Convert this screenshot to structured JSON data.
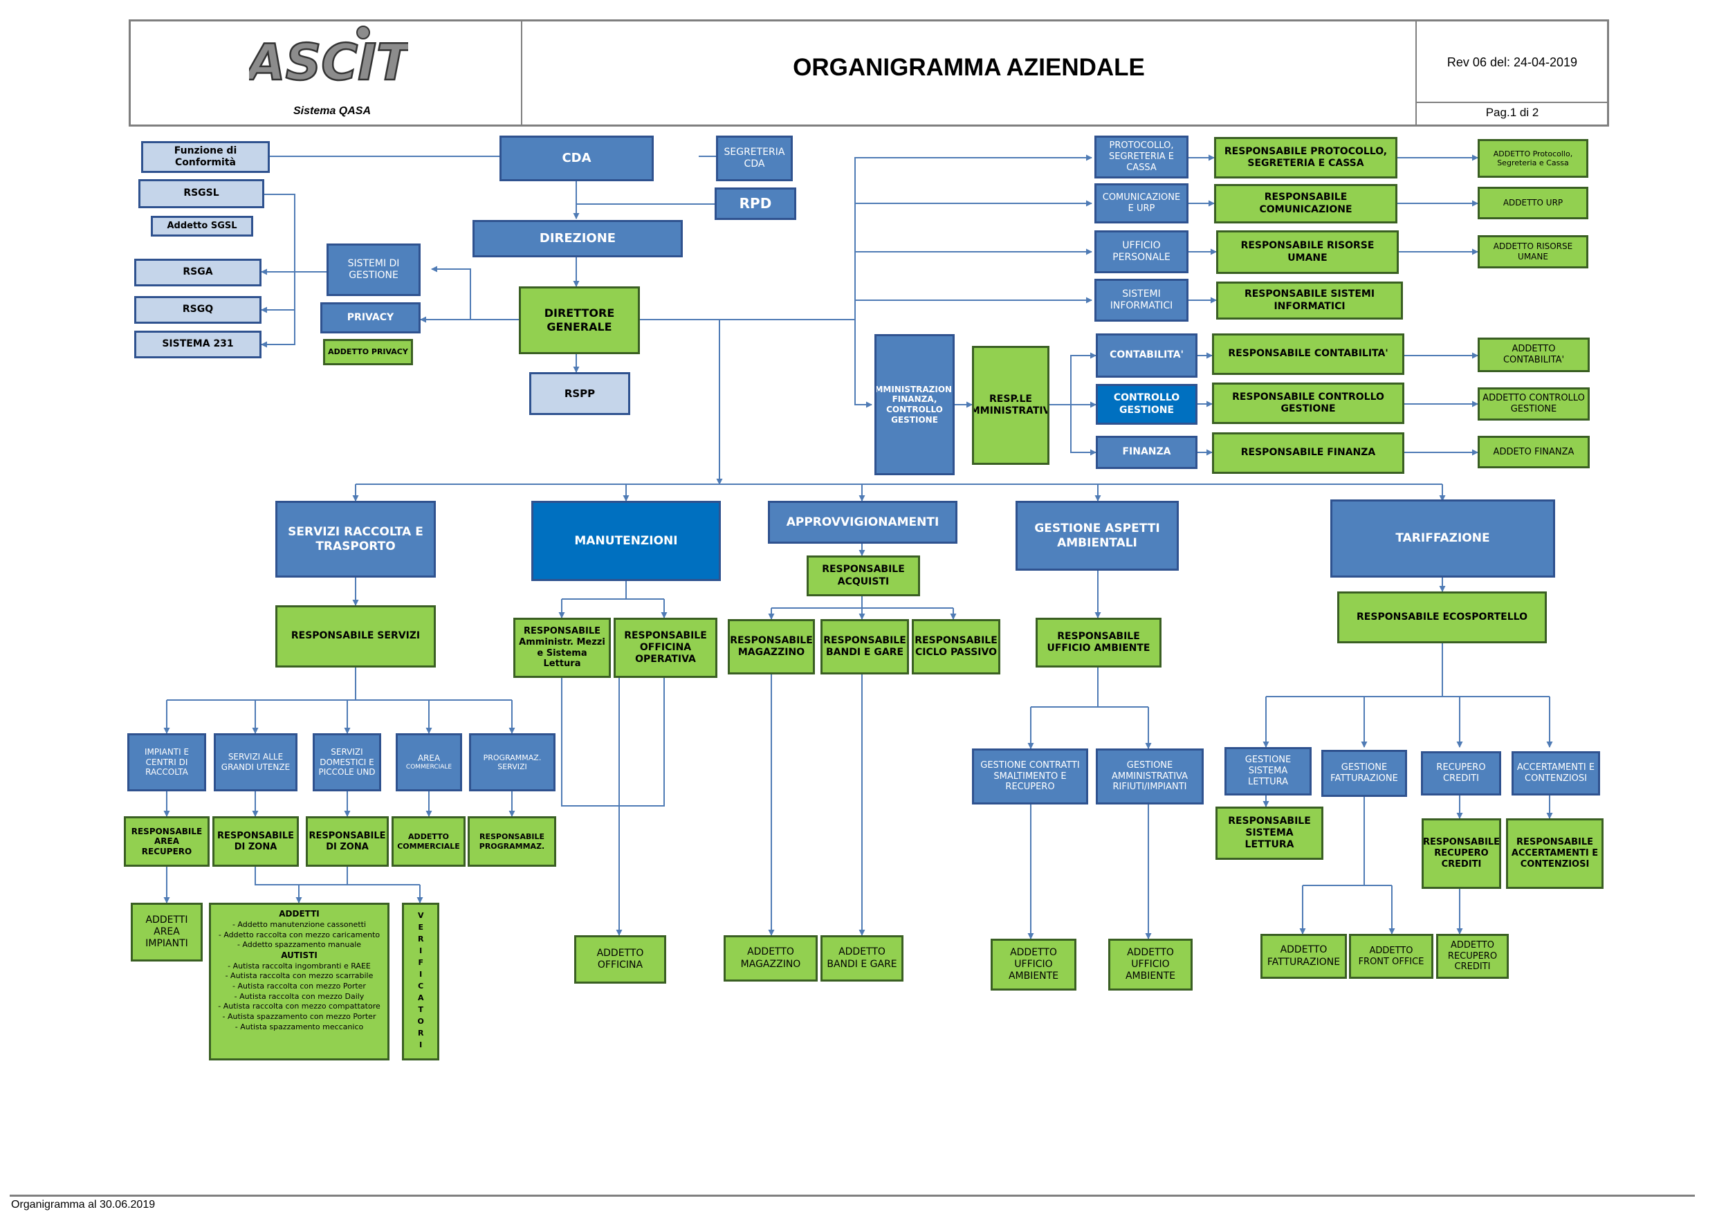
{
  "header": {
    "logo_text": "ASCIT",
    "logo_sub": "Sistema QASA",
    "title": "ORGANIGRAMMA AZIENDALE",
    "revision": "Rev 06 del: 24-04-2019",
    "page": "Pag.1 di 2"
  },
  "footer": "Organigramma al 30.06.2019",
  "colors": {
    "dark_blue": "#4f81bd",
    "bright_blue": "#0070c0",
    "light_blue": "#c5d5ea",
    "green": "#92d050",
    "line": "#4f7bb5"
  },
  "boxes": {
    "cda": "CDA",
    "segreteria_cda": "SEGRETERIA CDA",
    "rpd": "RPD",
    "funzione_conformita": "Funzione di Conformità",
    "rsgsl": "RSGSL",
    "addetto_sgsl": "Addetto SGSL",
    "rsga": "RSGA",
    "rsgq": "RSGQ",
    "sistema_231": "SISTEMA 231",
    "sistemi_gestione": "SISTEMI DI GESTIONE",
    "privacy": "PRIVACY",
    "addetto_privacy": "ADDETTO PRIVACY",
    "direzione": "DIREZIONE",
    "direttore_generale": "DIRETTORE GENERALE",
    "rspp": "RSPP",
    "protocollo": "PROTOCOLLO, SEGRETERIA E CASSA",
    "resp_protocollo": "RESPONSABILE PROTOCOLLO, SEGRETERIA E CASSA",
    "addetto_protocollo": "ADDETTO Protocollo, Segreteria e Cassa",
    "comunicazione": "COMUNICAZIONE E URP",
    "resp_comunicazione": "RESPONSABILE COMUNICAZIONE",
    "addetto_urp": "ADDETTO URP",
    "ufficio_personale": "UFFICIO PERSONALE",
    "resp_risorse_umane": "RESPONSABILE RISORSE UMANE",
    "addetto_risorse_umane": "ADDETTO RISORSE UMANE",
    "sistemi_informatici": "SISTEMI INFORMATICI",
    "resp_sistemi_informatici": "RESPONSABILE SISTEMI INFORMATICI",
    "amministrazione": "AMMINISTRAZIONE, FINANZA, CONTROLLO GESTIONE",
    "resp_amministrativo": "RESP.LE AMMINISTRATIVO",
    "contabilita": "CONTABILITA'",
    "resp_contabilita": "RESPONSABILE CONTABILITA'",
    "addetto_contabilita": "ADDETTO CONTABILITA'",
    "controllo_gestione": "CONTROLLO GESTIONE",
    "resp_controllo_gestione": "RESPONSABILE CONTROLLO GESTIONE",
    "addetto_controllo_gestione": "ADDETTO CONTROLLO GESTIONE",
    "finanza": "FINANZA",
    "resp_finanza": "RESPONSABILE FINANZA",
    "addetto_finanza": "ADDETO FINANZA",
    "servizi_raccolta": "SERVIZI RACCOLTA E TRASPORTO",
    "manutenzioni": "MANUTENZIONI",
    "approvvigionamenti": "APPROVVIGIONAMENTI",
    "gestione_aspetti_ambientali": "GESTIONE ASPETTI AMBIENTALI",
    "tariffazione": "TARIFFAZIONE",
    "resp_servizi": "RESPONSABILE SERVIZI",
    "resp_amministr_mezzi": "RESPONSABILE Amministr. Mezzi e Sistema Lettura",
    "resp_officina": "RESPONSABILE OFFICINA OPERATIVA",
    "resp_acquisti": "RESPONSABILE ACQUISTI",
    "resp_magazzino": "RESPONSABILE MAGAZZINO",
    "resp_bandi": "RESPONSABILE BANDI E GARE",
    "resp_ciclo_passivo": "RESPONSABILE CICLO PASSIVO",
    "resp_ufficio_ambiente": "RESPONSABILE UFFICIO AMBIENTE",
    "resp_ecosportello": "RESPONSABILE ECOSPORTELLO",
    "impianti": "IMPIANTI E CENTRI DI RACCOLTA",
    "grandi_utenze": "SERVIZI ALLE GRANDI UTENZE",
    "servizi_domestici": "SERVIZI DOMESTICI E PICCOLE UND",
    "area_commerciale_1": "AREA",
    "area_commerciale_2": "COMMERCIALE",
    "programmaz_servizi": "PROGRAMMAZ. SERVIZI",
    "gestione_contratti": "GESTIONE CONTRATTI SMALTIMENTO E RECUPERO",
    "gestione_amministrativa": "GESTIONE AMMINISTRATIVA RIFIUTI/IMPIANTI",
    "gestione_sistema_lettura": "GESTIONE SISTEMA LETTURA",
    "gestione_fatturazione": "GESTIONE FATTURAZIONE",
    "recupero_crediti": "RECUPERO CREDITI",
    "accertamenti": "ACCERTAMENTI E CONTENZIOSI",
    "resp_area_recupero": "RESPONSABILE AREA RECUPERO",
    "resp_di_zona_1": "RESPONSABILE DI ZONA",
    "resp_di_zona_2": "RESPONSABILE DI ZONA",
    "addetto_commerciale": "ADDETTO COMMERCIALE",
    "resp_programmaz": "RESPONSABILE PROGRAMMAZ.",
    "resp_sistema_lettura": "RESPONSABILE SISTEMA LETTURA",
    "resp_recupero_crediti": "RESPONSABILE RECUPERO CREDITI",
    "resp_accertamenti": "RESPONSABILE ACCERTAMENTI E CONTENZIOSI",
    "addetti_area_impianti": "ADDETTI AREA IMPIANTI",
    "verificatori": "VERIFICATORI",
    "addetto_officina": "ADDETTO OFFICINA",
    "addetto_magazzino": "ADDETTO MAGAZZINO",
    "addetto_bandi": "ADDETTO BANDI E GARE",
    "addetto_ufficio_ambiente_1": "ADDETTO UFFICIO AMBIENTE",
    "addetto_ufficio_ambiente_2": "ADDETTO UFFICIO AMBIENTE",
    "addetto_fatturazione": "ADDETTO FATTURAZIONE",
    "addetto_front_office": "ADDETTO FRONT OFFICE",
    "addetto_recupero_crediti": "ADDETTO RECUPERO CREDITI"
  },
  "addetti_list": {
    "title": "ADDETTI",
    "items": [
      "- Addetto manutenzione cassonetti",
      "- Addetto raccolta con mezzo caricamento",
      "- Addetto spazzamento manuale"
    ],
    "subtitle": "AUTISTI",
    "autisti": [
      "- Autista raccolta ingombranti e RAEE",
      "- Autista raccolta con mezzo scarrabile",
      "- Autista raccolta con mezzo Porter",
      "- Autista raccolta con mezzo Daily",
      "- Autista raccolta con mezzo compattatore",
      "- Autista spazzamento con mezzo Porter",
      "- Autista spazzamento meccanico"
    ]
  }
}
